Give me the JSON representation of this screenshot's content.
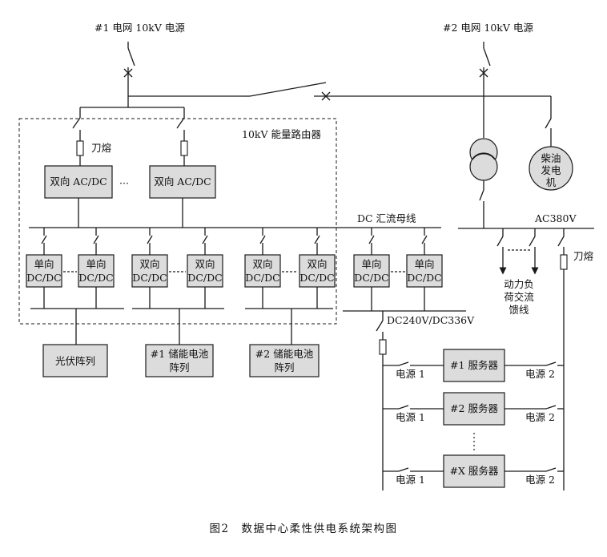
{
  "sources": {
    "grid1": "#1 电网 10kV 电源",
    "grid2": "#2 电网 10kV 电源"
  },
  "router": {
    "title": "10kV 能量路由器",
    "fuse_label": "刀熔",
    "ac_dc": [
      "双向 AC/DC",
      "双向 AC/DC"
    ],
    "ellipsis": "···"
  },
  "dc_bus": {
    "label": "DC 汇流母线"
  },
  "converters": [
    {
      "line1": "单向",
      "line2": "DC/DC"
    },
    {
      "line1": "单向",
      "line2": "DC/DC"
    },
    {
      "line1": "双向",
      "line2": "DC/DC"
    },
    {
      "line1": "双向",
      "line2": "DC/DC"
    },
    {
      "line1": "双向",
      "line2": "DC/DC"
    },
    {
      "line1": "双向",
      "line2": "DC/DC"
    },
    {
      "line1": "单向",
      "line2": "DC/DC"
    },
    {
      "line1": "单向",
      "line2": "DC/DC"
    }
  ],
  "storage": {
    "pv": "光伏阵列",
    "battery1": [
      "#1 储能电池",
      "阵列"
    ],
    "battery2": [
      "#2 储能电池",
      "阵列"
    ]
  },
  "diesel": [
    "柴油",
    "发电",
    "机"
  ],
  "ac_bus": {
    "label": "AC380V",
    "fuse_label": "刀熔",
    "load": [
      "动力负",
      "荷交流",
      "馈线"
    ]
  },
  "dc_out": {
    "label": "DC240V/DC336V"
  },
  "servers": [
    {
      "name": "#1 服务器",
      "src1": "电源 1",
      "src2": "电源 2"
    },
    {
      "name": "#2 服务器",
      "src1": "电源 1",
      "src2": "电源 2"
    },
    {
      "name": "#X 服务器",
      "src1": "电源 1",
      "src2": "电源 2"
    }
  ],
  "caption": "图2　数据中心柔性供电系统架构图"
}
